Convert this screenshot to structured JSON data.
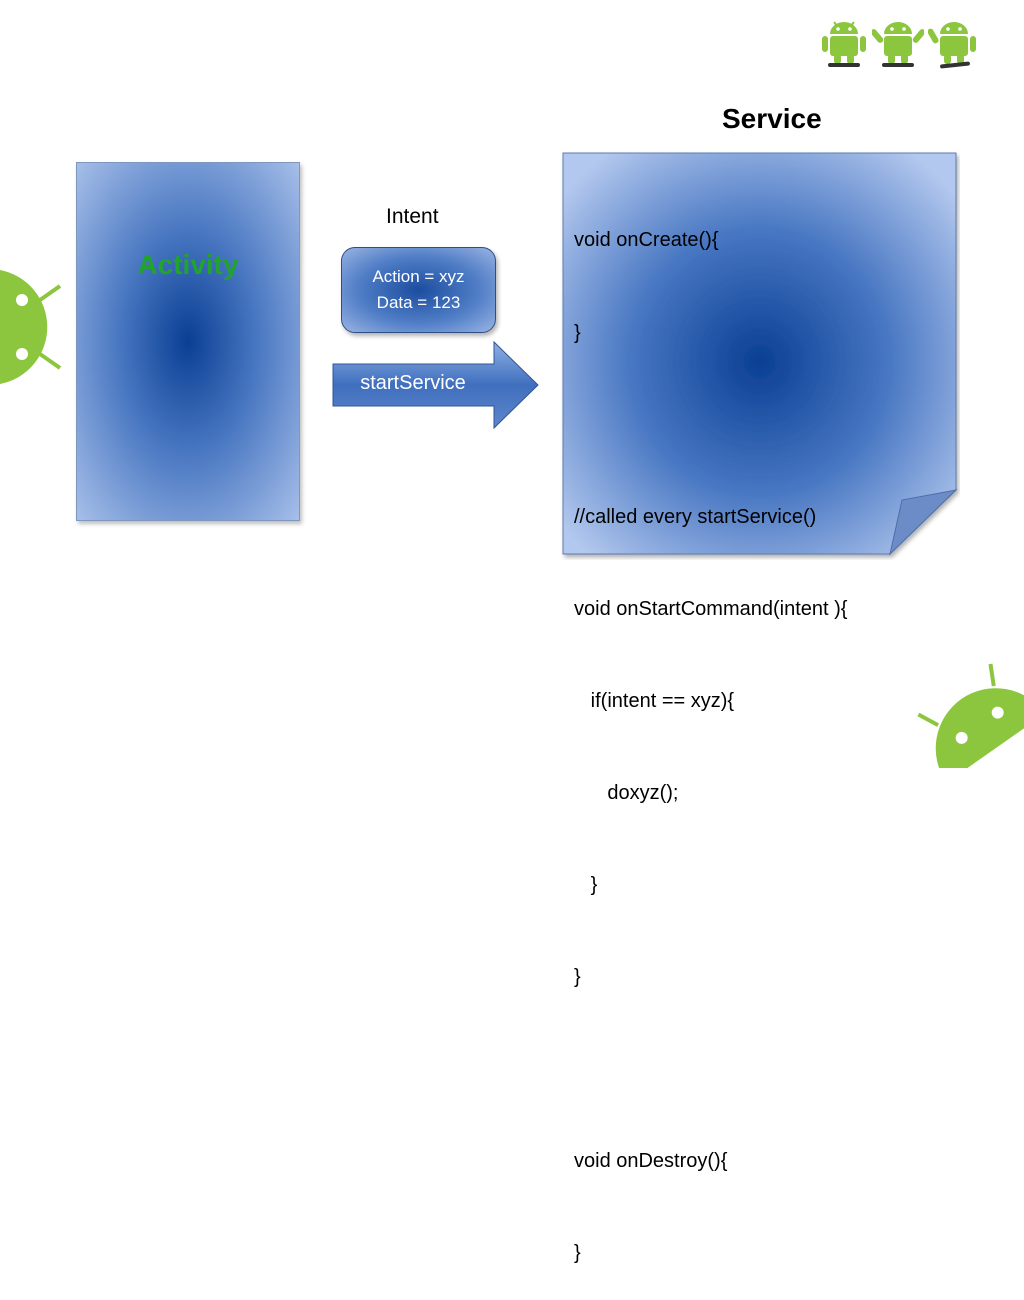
{
  "activity": {
    "label": "Activity"
  },
  "intent": {
    "title": "Intent",
    "lines": [
      "Action = xyz",
      "Data = 123"
    ]
  },
  "arrow": {
    "label": "startService"
  },
  "service": {
    "title": "Service",
    "code_lines": [
      "void onCreate(){",
      "}",
      "",
      "//called every startService()",
      "void onStartCommand(intent ){",
      "   if(intent == xyz){",
      "      doxyz();",
      "   }",
      "}",
      "",
      "void onDestroy(){",
      "}"
    ]
  },
  "colors": {
    "android_green": "#8cc63f",
    "activity_label": "#22a32c",
    "box_blue_dark": "#0a3f94",
    "box_blue_light": "#a7bfe9"
  }
}
